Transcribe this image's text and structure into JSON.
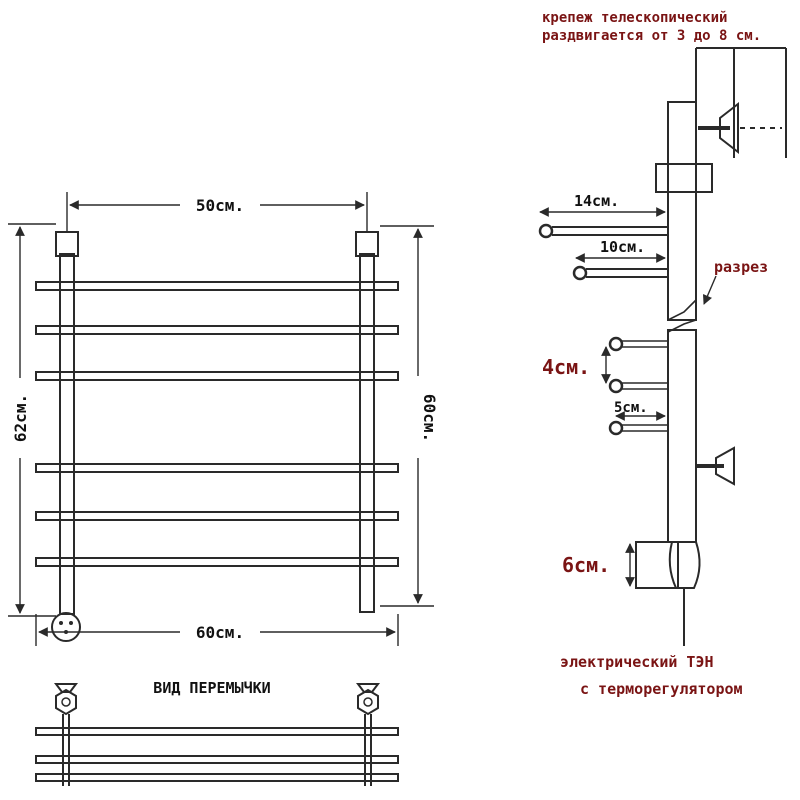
{
  "front_view": {
    "width_label": "50см.",
    "height_left_label": "62см.",
    "height_right_label": "60см.",
    "bottom_width_label": "60см."
  },
  "jumper_view": {
    "title": "ВИД ПЕРЕМЫЧКИ"
  },
  "side_view": {
    "mount_note_line1": "крепеж телескопический",
    "mount_note_line2": "раздвигается от 3 до 8 см.",
    "dim_14": "14см.",
    "dim_10": "10см.",
    "cut_label": "разрез",
    "dim_4": "4см.",
    "dim_5": "5см.",
    "dim_6": "6см.",
    "heater_line1": "электрический  ТЭН",
    "heater_line2": "с терморегулятором"
  },
  "colors": {
    "ink": "#2a2a2a",
    "label_red": "#7a1414"
  }
}
